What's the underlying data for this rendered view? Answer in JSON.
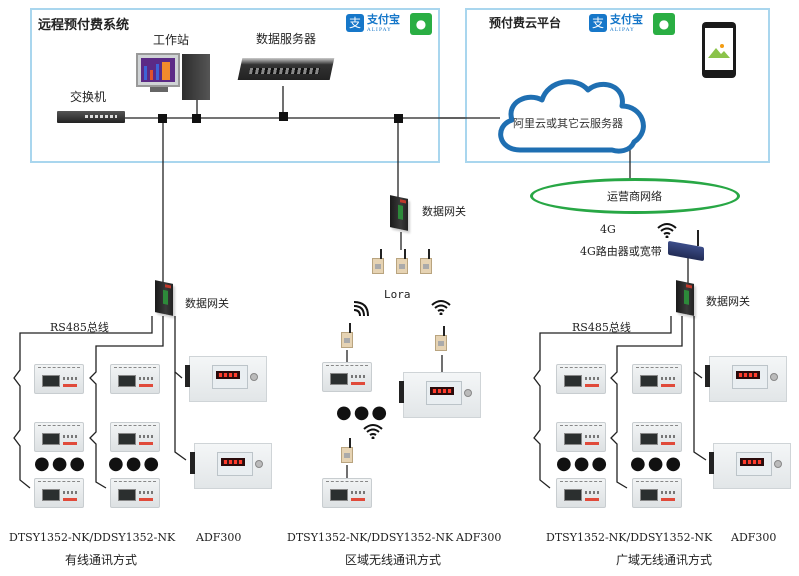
{
  "diagram": {
    "panels": {
      "local_system": {
        "title": "远程预付费系统"
      },
      "cloud_platform": {
        "title": "预付费云平台"
      }
    },
    "payment": {
      "alipay_text": "支付宝",
      "alipay_sub": "ALIPAY",
      "alipay_icon": "alipay-icon",
      "wechat_icon": "wechat-icon"
    },
    "devices": {
      "switch": "交换机",
      "workstation": "工作站",
      "data_server": "数据服务器",
      "cloud_server": "阿里云或其它云服务器",
      "carrier_network": "运营商网络",
      "gateway": "数据网关",
      "router_4g_tag": "4G",
      "router_4g": "4G路由器或宽带",
      "lora": "Lora",
      "rs485": "RS485总线",
      "mobile": "mobile-phone-icon"
    },
    "sections": [
      {
        "meter_model": "DTSY1352-NK/DDSY1352-NK",
        "device_model": "ADF300",
        "caption": "有线通讯方式"
      },
      {
        "meter_model": "DTSY1352-NK/DDSY1352-NK",
        "device_model": "ADF300",
        "caption": "区域无线通讯方式"
      },
      {
        "meter_model": "DTSY1352-NK/DDSY1352-NK",
        "device_model": "ADF300",
        "caption": "广域无线通讯方式"
      }
    ],
    "ellipsis": "●●●",
    "colors": {
      "panel_border": "#a9d6ee",
      "cloud_stroke": "#1f6fb2",
      "carrier_ellipse": "#28a745",
      "alipay": "#1677c9",
      "wechat": "#2aae43"
    }
  }
}
